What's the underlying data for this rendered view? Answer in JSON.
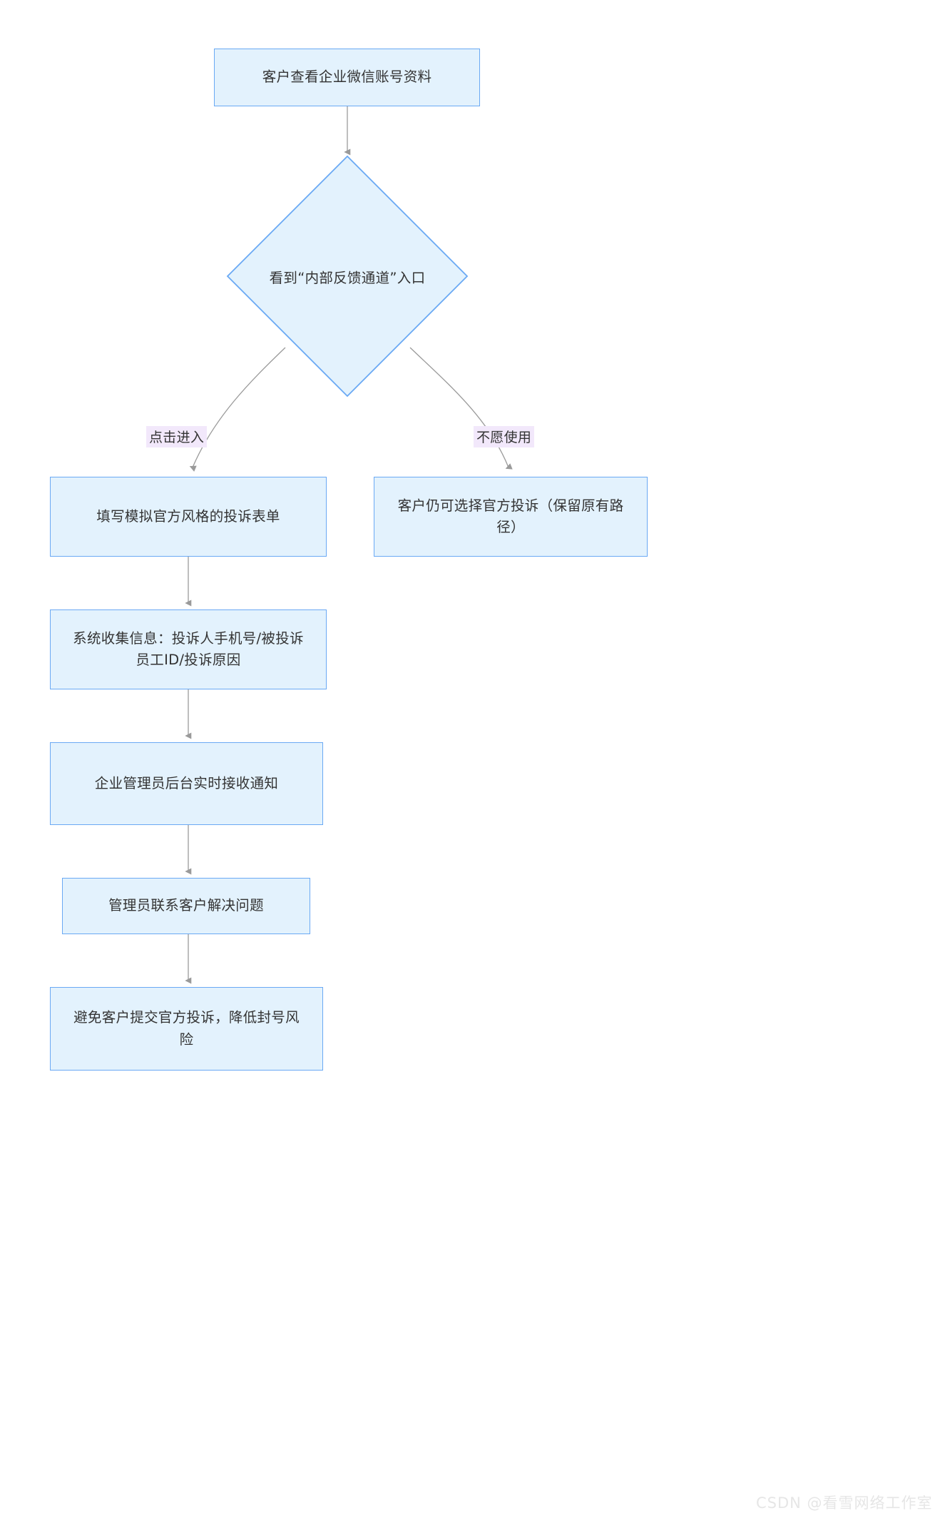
{
  "diagram": {
    "type": "flowchart",
    "direction": "top-down",
    "colors": {
      "node_fill": "#e3f2fd",
      "node_border": "#6aa9f4",
      "edge_stroke": "#999999",
      "edge_label_bg": "#f2e8fb",
      "text": "#333333",
      "watermark": "#e6e6e6",
      "background": "#ffffff"
    },
    "nodes": [
      {
        "id": "n1",
        "shape": "rect",
        "text": "客户查看企业微信账号资料"
      },
      {
        "id": "n2",
        "shape": "diamond",
        "text": "看到“内部反馈通道”入口"
      },
      {
        "id": "n3",
        "shape": "rect",
        "text": "填写模拟官方风格的投诉表单"
      },
      {
        "id": "n4",
        "shape": "rect",
        "text": "客户仍可选择官方投诉（保留原有路\n径）"
      },
      {
        "id": "n5",
        "shape": "rect",
        "text": "系统收集信息：投诉人手机号/被投诉\n员工ID/投诉原因"
      },
      {
        "id": "n6",
        "shape": "rect",
        "text": "企业管理员后台实时接收通知"
      },
      {
        "id": "n7",
        "shape": "rect",
        "text": "管理员联系客户解决问题"
      },
      {
        "id": "n8",
        "shape": "rect",
        "text": "避免客户提交官方投诉，降低封号风\n险"
      }
    ],
    "edges": [
      {
        "from": "n1",
        "to": "n2",
        "label": ""
      },
      {
        "from": "n2",
        "to": "n3",
        "label": "点击进入"
      },
      {
        "from": "n2",
        "to": "n4",
        "label": "不愿使用"
      },
      {
        "from": "n3",
        "to": "n5",
        "label": ""
      },
      {
        "from": "n5",
        "to": "n6",
        "label": ""
      },
      {
        "from": "n6",
        "to": "n7",
        "label": ""
      },
      {
        "from": "n7",
        "to": "n8",
        "label": ""
      }
    ]
  },
  "watermark": {
    "text": "CSDN @看雪网络工作室"
  }
}
